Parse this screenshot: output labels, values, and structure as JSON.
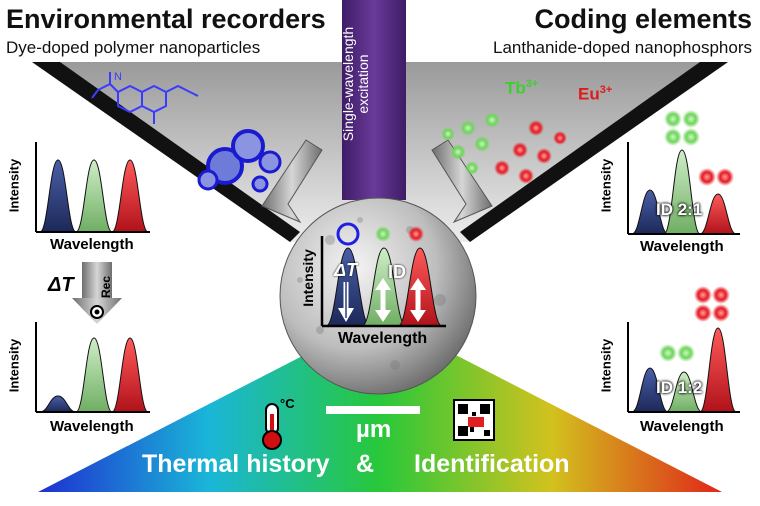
{
  "left_header": {
    "title": "Environmental recorders",
    "subtitle": "Dye-doped polymer nanoparticles"
  },
  "right_header": {
    "title": "Coding elements",
    "subtitle": "Lanthanide-doped nanophosphors"
  },
  "center_banner": {
    "line1": "Single-wavelength",
    "line2": "excitation"
  },
  "ions": {
    "tb": "Tb",
    "tb_charge": "3+",
    "eu": "Eu",
    "eu_charge": "3+"
  },
  "plots": {
    "intensity": "Intensity",
    "wavelength": "Wavelength"
  },
  "recording": {
    "delta_t": "ΔT",
    "rec": "Rec"
  },
  "center_plot": {
    "delta_t": "ΔT",
    "id": "ID"
  },
  "ids": {
    "id_top": "ID 2:1",
    "id_bottom": "ID 1:2"
  },
  "scale": {
    "label": "µm"
  },
  "thermo": {
    "unit": "°C"
  },
  "bottom": {
    "thermal": "Thermal history",
    "amp": "&",
    "ident": "Identification"
  },
  "colors": {
    "blue": "#2b3d7e",
    "green": "#8fd07f",
    "red": "#e0262e",
    "banner": "#5b2c83"
  }
}
